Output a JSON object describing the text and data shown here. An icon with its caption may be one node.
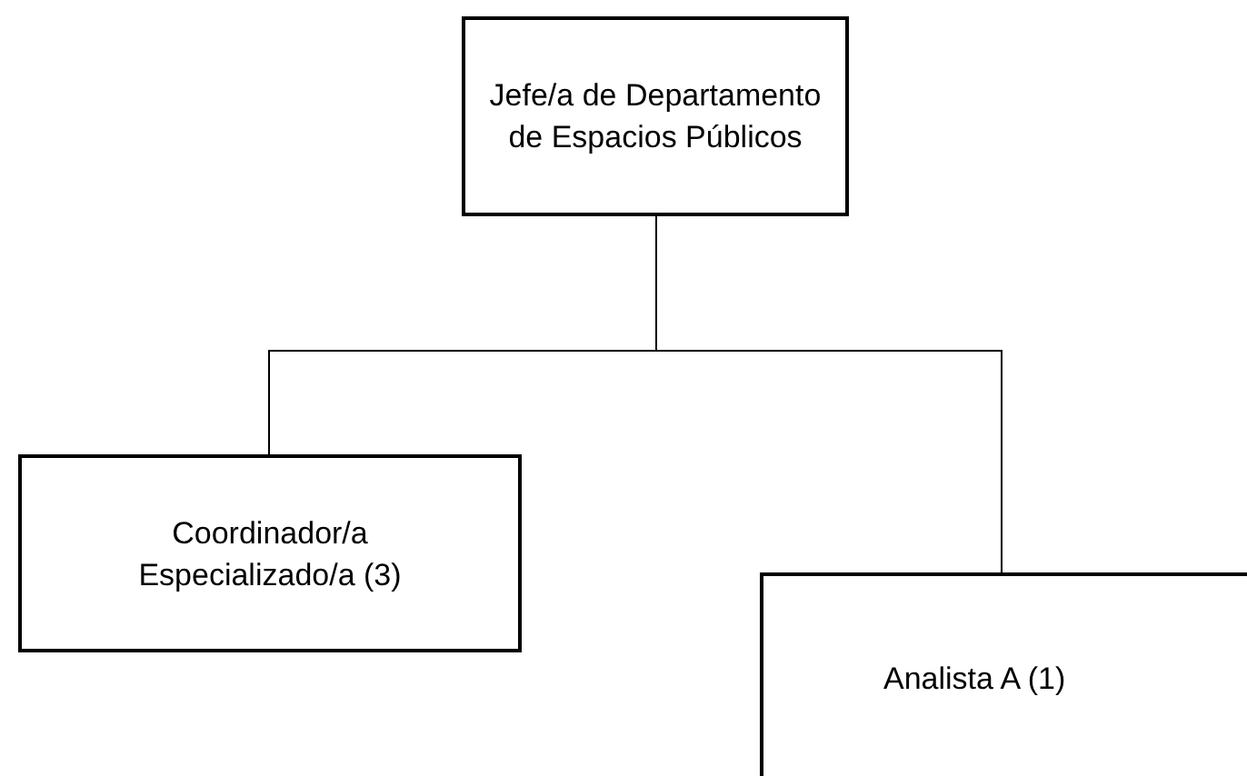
{
  "diagram": {
    "nodes": [
      {
        "text": [
          "Jefe/a de Departamento de Espacios Públicos"
        ]
      },
      {
        "text": [
          "Coordinador/a Especializado/a (3)"
        ]
      },
      {
        "text": [
          "Analista A (1)"
        ]
      }
    ],
    "edges": [
      {
        "from": 0,
        "to": 1,
        "arrow": "none"
      },
      {
        "from": 0,
        "to": 2,
        "arrow": "none"
      }
    ]
  }
}
